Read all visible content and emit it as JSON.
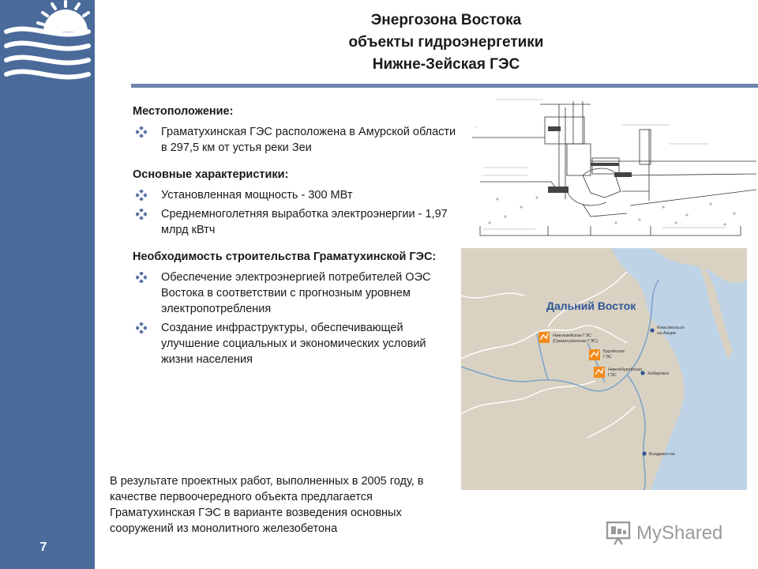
{
  "header": {
    "title_line1": "Энергозона Востока",
    "title_line2": "объекты гидроэнергетики",
    "title_line3": "Нижне-Зейская ГЭС"
  },
  "sections": {
    "location": {
      "heading": "Местоположение:",
      "bullets": [
        "Граматухинская ГЭС расположена в Амурской области в 297,5 км от устья реки Зеи"
      ]
    },
    "characteristics": {
      "heading": "Основные характеристики:",
      "bullets": [
        "Установленная мощность - 300 МВт",
        "Среднемноголетняя выработка электроэнергии - 1,97 млрд кВтч"
      ]
    },
    "necessity": {
      "heading": "Необходимость строительства Граматухинской ГЭС:",
      "bullets": [
        "Обеспечение электроэнергией потребителей ОЭС Востока в соответствии с прогнозным уровнем электропотребления",
        "Создание инфраструктуры, обеспечивающей улучшение социальных и экономических условий жизни населения"
      ]
    }
  },
  "footer_text": "В результате проектных работ, выполненных в 2005 году, в качестве первоочередного объекта предлагается Граматухинская ГЭС в варианте возведения основных сооружений из монолитного железобетона",
  "page_number": "7",
  "map": {
    "region_title": "Дальний Восток",
    "labels": {
      "nizhnezeyskaya": "Нижнезейская ГЭС",
      "gramatukhinskaya": "(Граматухинская ГЭС)",
      "bureyskaya_1": "Бурейская",
      "bureyskaya_2": "ГЭС",
      "nizhnebureyskaya": "Нижнебурейская",
      "nizhnebureyskaya_2": "ГЭС",
      "komsomolsk_1": "Комсомольск-",
      "komsomolsk_2": "на-Амуре",
      "khabarovsk": "Хабаровск",
      "vladivostok": "Владивосток"
    }
  },
  "watermark": {
    "text": "MyShared"
  },
  "colors": {
    "sidebar": "#4a6a9a",
    "rule": "#6e86ad",
    "map_land": "#d9d2c2",
    "map_water": "#bfd3e6",
    "map_title": "#2f5597",
    "hpp_marker": "#f28a1c"
  }
}
